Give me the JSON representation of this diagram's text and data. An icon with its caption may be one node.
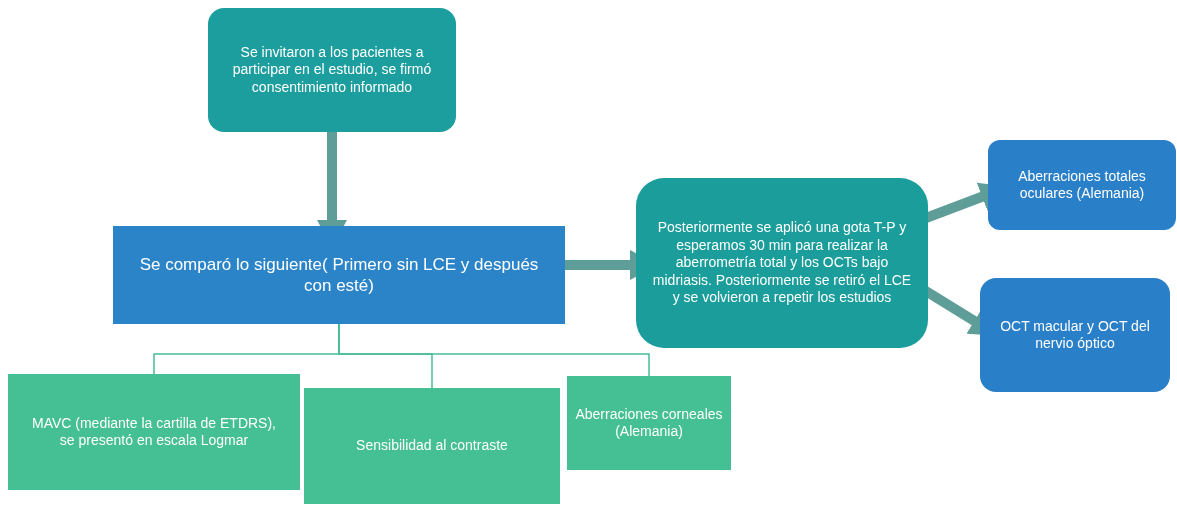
{
  "diagram": {
    "nodes": [
      {
        "text": [
          "Se invitaron a los pacientes a participar en el estudio, se firmó consentimiento informado"
        ]
      },
      {
        "text": [
          "Se comparó lo siguiente( Primero sin LCE y después con esté)"
        ]
      },
      {
        "text": [
          "MAVC (mediante la cartilla de ETDRS), se presentó en escala Logmar"
        ]
      },
      {
        "text": [
          "Sensibilidad al contraste"
        ]
      },
      {
        "text": [
          "Aberraciones corneales (Alemania)"
        ]
      },
      {
        "text": [
          "Posteriormente se aplicó una gota T-P y  esperamos 30 min para realizar la aberrometría total y los OCTs bajo midriasis. Posteriormente se retiró el LCE y se volvieron a repetir los estudios"
        ]
      },
      {
        "text": [
          "Aberraciones totales oculares (Alemania)"
        ]
      },
      {
        "text": [
          "OCT macular y OCT del nervio óptico"
        ]
      }
    ],
    "edges": [
      {
        "from": 0,
        "to": 1,
        "arrow": "to"
      },
      {
        "from": 1,
        "to": 5,
        "arrow": "to"
      },
      {
        "from": 5,
        "to": 6,
        "arrow": "to"
      },
      {
        "from": 5,
        "to": 7,
        "arrow": "to"
      },
      {
        "from": 1,
        "to": 2,
        "arrow": "none",
        "color": "#45bf94"
      },
      {
        "from": 1,
        "to": 3,
        "arrow": "none",
        "color": "#45bf94"
      },
      {
        "from": 1,
        "to": 4,
        "arrow": "none",
        "color": "#45bf94"
      }
    ]
  }
}
